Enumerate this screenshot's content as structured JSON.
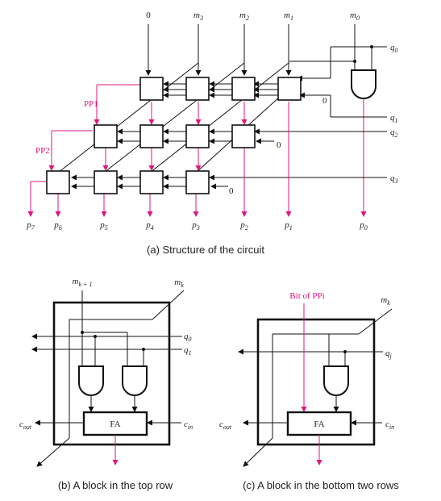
{
  "diagram_a": {
    "top_inputs": {
      "zero": "0",
      "m3": "m",
      "m3_sub": "3",
      "m2": "m",
      "m2_sub": "2",
      "m1": "m",
      "m1_sub": "1",
      "m0": "m",
      "m0_sub": "0"
    },
    "q_labels": [
      {
        "base": "q",
        "sub": "0"
      },
      {
        "base": "q",
        "sub": "1"
      },
      {
        "base": "q",
        "sub": "2"
      },
      {
        "base": "q",
        "sub": "3"
      }
    ],
    "pp_labels": [
      "PP1",
      "PP2"
    ],
    "zeros": [
      "0",
      "0",
      "0"
    ],
    "outputs": [
      {
        "base": "p",
        "sub": "7"
      },
      {
        "base": "p",
        "sub": "6"
      },
      {
        "base": "p",
        "sub": "5"
      },
      {
        "base": "p",
        "sub": "4"
      },
      {
        "base": "p",
        "sub": "3"
      },
      {
        "base": "p",
        "sub": "2"
      },
      {
        "base": "p",
        "sub": "1"
      },
      {
        "base": "p",
        "sub": "0"
      }
    ],
    "caption": "(a) Structure of the circuit"
  },
  "diagram_b": {
    "mk1_label": {
      "base": "m",
      "sub": "k + 1"
    },
    "mk_label": {
      "base": "m",
      "sub": "k"
    },
    "q0": {
      "base": "q",
      "sub": "0"
    },
    "q1": {
      "base": "q",
      "sub": "1"
    },
    "fa_label": "FA",
    "cout": {
      "base": "c",
      "sub": "out"
    },
    "cin": {
      "base": "c",
      "sub": "in"
    },
    "caption": "(b) A block in the top row"
  },
  "diagram_c": {
    "bit_label": "Bit of PPi",
    "mk_label": {
      "base": "m",
      "sub": "k"
    },
    "qj": {
      "base": "q",
      "sub": "j"
    },
    "fa_label": "FA",
    "cout": {
      "base": "c",
      "sub": "out"
    },
    "cin": {
      "base": "c",
      "sub": "in"
    },
    "caption": "(c) A block in the bottom two rows"
  },
  "colors": {
    "accent": "#e0157f",
    "line": "#111111"
  }
}
